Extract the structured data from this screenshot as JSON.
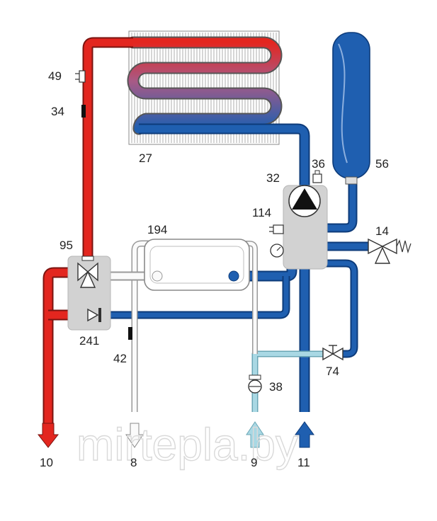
{
  "colors": {
    "hot": "#e3261f",
    "cold": "#1f5fb0",
    "cold_dark": "#12478f",
    "return_mid": "#a85a86",
    "tap_water": "#a9d8e4",
    "dhw_out": "#f4f4f4",
    "outline": "#8a8a8a",
    "housing": "#d2d2d2"
  },
  "labels": {
    "l10": "10",
    "l8": "8",
    "l9": "9",
    "l11": "11",
    "l27": "27",
    "l32": "32",
    "l34": "34",
    "l36": "36",
    "l38": "38",
    "l42": "42",
    "l49": "49",
    "l56": "56",
    "l74": "74",
    "l95": "95",
    "l114": "114",
    "l14": "14",
    "l194": "194",
    "l241": "241"
  },
  "watermark": "mirtepla.by",
  "icons": [
    "pump-icon",
    "three-way-valve-icon",
    "safety-valve-icon",
    "check-valve-icon",
    "filter-icon",
    "manometer-icon"
  ]
}
